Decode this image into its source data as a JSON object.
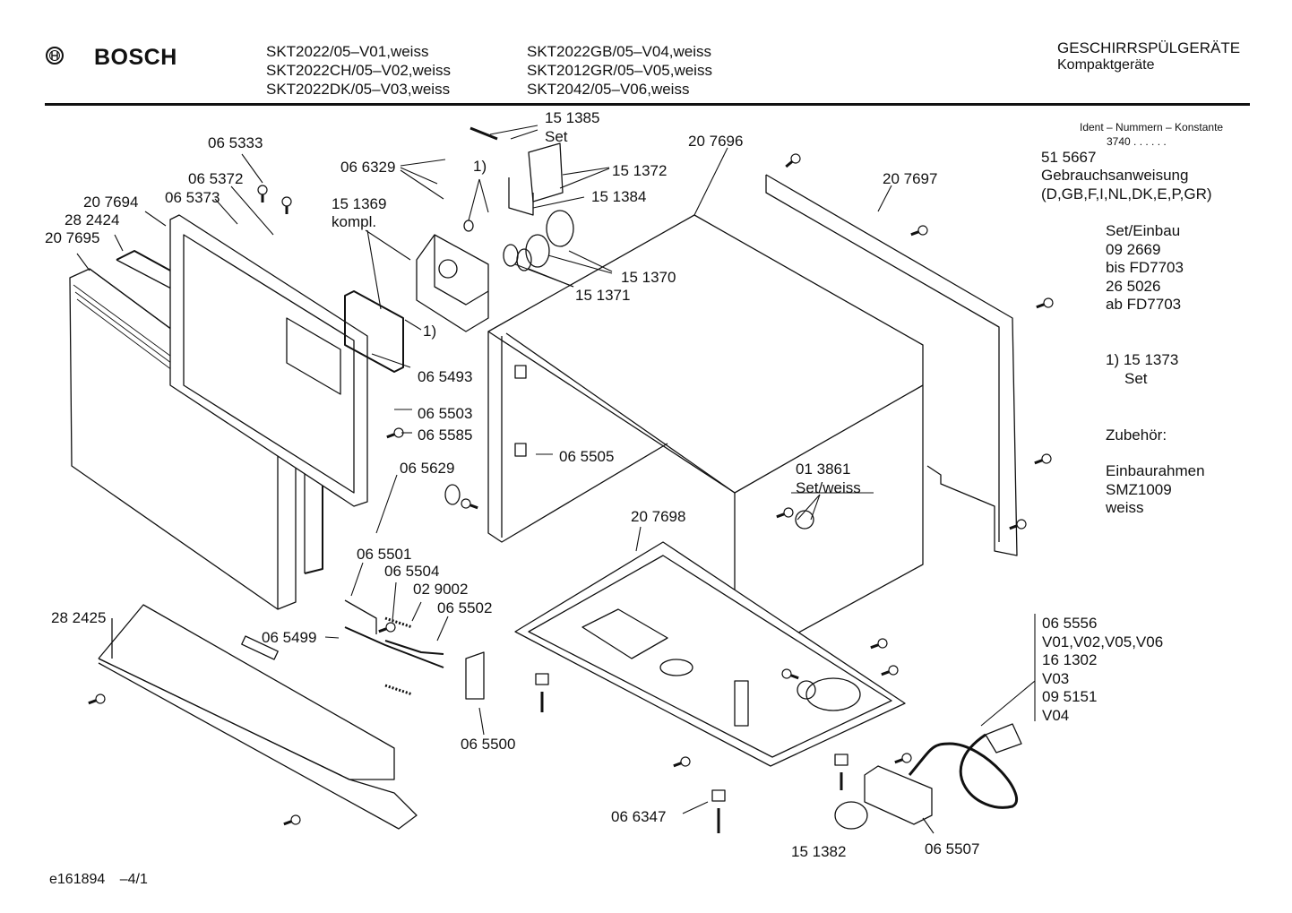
{
  "header": {
    "brand": "BOSCH",
    "models_col1": [
      "SKT2022/05–V01,weiss",
      "SKT2022CH/05–V02,weiss",
      "SKT2022DK/05–V03,weiss"
    ],
    "models_col2": [
      "SKT2022GB/05–V04,weiss",
      "SKT2012GR/05–V05,weiss",
      "SKT2042/05–V06,weiss"
    ],
    "category": "GESCHIRRSPÜLGERÄTE",
    "subcategory": "Kompaktgeräte"
  },
  "sidebar": {
    "ident_title": "Ident – Nummern – Konstante",
    "ident_value": "3740  .  .     .  .  .  .",
    "manual_number": "51 5667",
    "manual_label": "Gebrauchsanweisung",
    "manual_languages": "(D,GB,F,I,NL,DK,E,P,GR)",
    "set_einbau": [
      "Set/Einbau",
      "09 2669",
      "bis FD7703",
      "26 5026",
      "ab FD7703"
    ],
    "footnote": [
      "1) 15 1373",
      "Set"
    ],
    "accessory_title": "Zubehör:",
    "accessory": [
      "Einbaurahmen",
      "SMZ1009",
      "weiss"
    ],
    "cable_variants": [
      "06 5556",
      "V01,V02,V05,V06",
      "16 1302",
      "V03",
      "09 5151",
      "V04"
    ]
  },
  "parts": {
    "p065333": "06  5333",
    "p065372": "06 5372",
    "p065373": "06 5373",
    "p207694": "20 7694",
    "p282424": "28 2424",
    "p207695": "20 7695",
    "p066329": "06 6329",
    "p151369": "15 1369",
    "p151369b": "kompl.",
    "p151385": "15 1385",
    "p151385b": "Set",
    "p151372": "15 1372",
    "p151384": "15 1384",
    "p151370": "15 1370",
    "p151371": "15 1371",
    "fn1a": "1)",
    "fn1b": "1)",
    "p207696": "20 7696",
    "p207697": "20 7697",
    "p065493": "06 5493",
    "p065503": "06 5503",
    "p065585": "06 5585",
    "p065505": "06 5505",
    "p065629": "06 5629",
    "p013861": "01 3861",
    "p013861b": "Set/weiss",
    "p207698": "20 7698",
    "p065501": "06 5501",
    "p065504": "06 5504",
    "p029002": "02 9002",
    "p065502": "06 5502",
    "p065499": "06 5499",
    "p065500": "06 5500",
    "p282425": "28 2425",
    "p066347": "06 6347",
    "p151382": "15 1382",
    "p065507": "06 5507"
  },
  "footer": {
    "drawing_id": "e161894",
    "page": "–4/1"
  }
}
